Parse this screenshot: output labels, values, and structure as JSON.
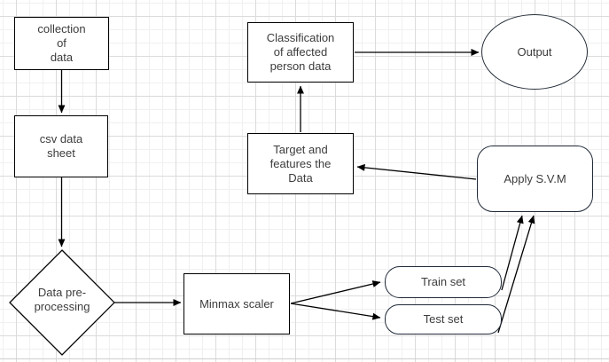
{
  "canvas": {
    "background_color": "#ffffff",
    "grid_minor_color": "#f0f0f0",
    "grid_major_color": "#dbdbdb",
    "stroke_color": "#000000",
    "rounded_stroke_color": "#202a38",
    "text_color": "#3c3c3c"
  },
  "nodes": {
    "collection": {
      "label": "collection\nof\ndata",
      "shape": "rectangle"
    },
    "csv": {
      "label": "csv data\nsheet",
      "shape": "rectangle"
    },
    "preprocessing": {
      "label": "Data pre-\nprocessing",
      "shape": "diamond"
    },
    "minmax": {
      "label": "Minmax scaler",
      "shape": "rectangle"
    },
    "train": {
      "label": "Train set",
      "shape": "rounded-rectangle"
    },
    "test": {
      "label": "Test set",
      "shape": "rounded-rectangle"
    },
    "svm": {
      "label": "Apply S.V.M",
      "shape": "rounded-rectangle"
    },
    "target": {
      "label": "Target and\nfeatures the\nData",
      "shape": "rectangle"
    },
    "classification": {
      "label": "Classification\nof affected\nperson data",
      "shape": "rectangle"
    },
    "output": {
      "label": "Output",
      "shape": "ellipse"
    }
  },
  "edges": [
    {
      "from": "collection",
      "to": "csv"
    },
    {
      "from": "csv",
      "to": "preprocessing"
    },
    {
      "from": "preprocessing",
      "to": "minmax"
    },
    {
      "from": "minmax",
      "to": "train"
    },
    {
      "from": "minmax",
      "to": "test"
    },
    {
      "from": "train",
      "to": "svm"
    },
    {
      "from": "test",
      "to": "svm"
    },
    {
      "from": "svm",
      "to": "target"
    },
    {
      "from": "target",
      "to": "classification"
    },
    {
      "from": "classification",
      "to": "output"
    }
  ]
}
